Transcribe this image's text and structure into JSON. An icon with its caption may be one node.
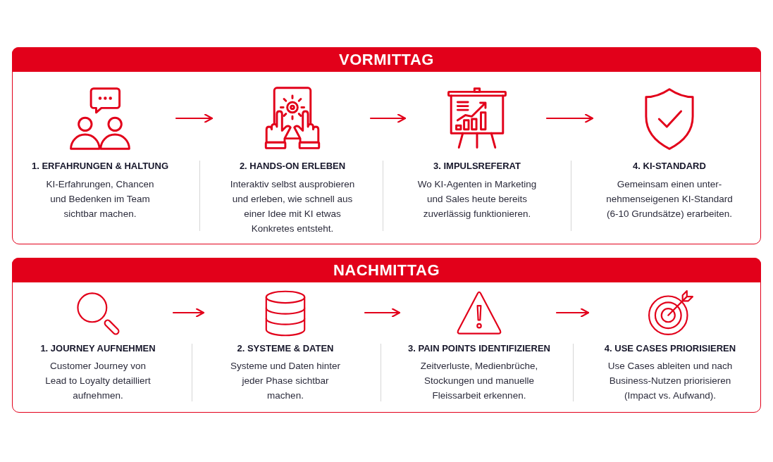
{
  "diagram": {
    "nodes": [
      {
        "text": [
          "VORMITTAG"
        ]
      },
      {
        "text": [
          "1. ERFAHRUNGEN & HALTUNG",
          "KI-Erfahrungen, Chancen und Bedenken im Team sichtbar machen."
        ],
        "in": 0
      },
      {
        "text": [
          "2. HANDS-ON ERLEBEN",
          "Interaktiv selbst ausprobieren und erleben, wie schnell aus einer Idee mit KI etwas Konkretes entsteht."
        ],
        "in": 0
      },
      {
        "text": [
          "3. IMPULSREFERAT",
          "Wo KI-Agenten in Marketing und Sales heute bereits zuverlässig funktionieren."
        ],
        "in": 0
      },
      {
        "text": [
          "4. KI-STANDARD",
          "Gemeinsam einen unter- nehmenseigenen KI-Standard (6-10 Grundsätze) erarbeiten."
        ],
        "in": 0
      },
      {
        "text": [
          "NACHMITTAG"
        ]
      },
      {
        "text": [
          "1. JOURNEY AUFNEHMEN",
          "Customer Journey von Lead to Loyalty detailliert aufnehmen."
        ],
        "in": 5
      },
      {
        "text": [
          "2. SYSTEME & DATEN",
          "Systeme und Daten hinter jeder Phase sichtbar machen."
        ],
        "in": 5
      },
      {
        "text": [
          "3. PAIN POINTS IDENTIFIZIEREN",
          "Zeitverluste, Medienbrüche, Stockungen und manuelle Fleissarbeit erkennen."
        ],
        "in": 5
      },
      {
        "text": [
          "4. USE CASES PRIORISIEREN",
          "Use Cases ableiten und nach Business-Nutzen priorisieren (Impact vs. Aufwand)."
        ],
        "in": 5
      }
    ],
    "edges": [
      {
        "from": 1,
        "to": 2,
        "arrow": "to"
      },
      {
        "from": 2,
        "to": 3,
        "arrow": "to"
      },
      {
        "from": 3,
        "to": 4,
        "arrow": "to"
      },
      {
        "from": 6,
        "to": 7,
        "arrow": "to"
      },
      {
        "from": 7,
        "to": 8,
        "arrow": "to"
      },
      {
        "from": 8,
        "to": 9,
        "arrow": "to"
      }
    ]
  }
}
